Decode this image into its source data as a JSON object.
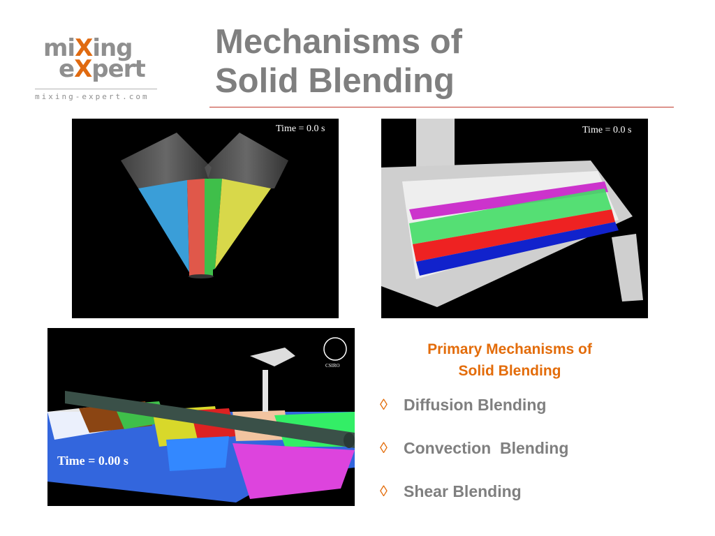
{
  "logo": {
    "line1_a": "mi",
    "line1_x": "X",
    "line1_b": "ing",
    "line2_a": "e",
    "line2_x": "X",
    "line2_b": "pert",
    "url": "mixing-expert.com"
  },
  "title": {
    "line1": "Mechanisms of",
    "line2": "Solid Blending"
  },
  "panels": {
    "vblender_time": "Time = 0.0 s",
    "ribbon_time": "Time = 0.0 s",
    "paddle_time": "Time = 0.00 s",
    "paddle_logo": "CSIRO"
  },
  "mechanisms": {
    "heading_line1": "Primary Mechanisms of",
    "heading_line2": "Solid Blending",
    "bullet_icon": "diamond-outline",
    "items": [
      "Diffusion Blending",
      "Convection  Blending",
      "Shear Blending"
    ]
  },
  "colors": {
    "title": "#7f7f7f",
    "accent": "#e36c0a",
    "rule": "#c0392b"
  }
}
